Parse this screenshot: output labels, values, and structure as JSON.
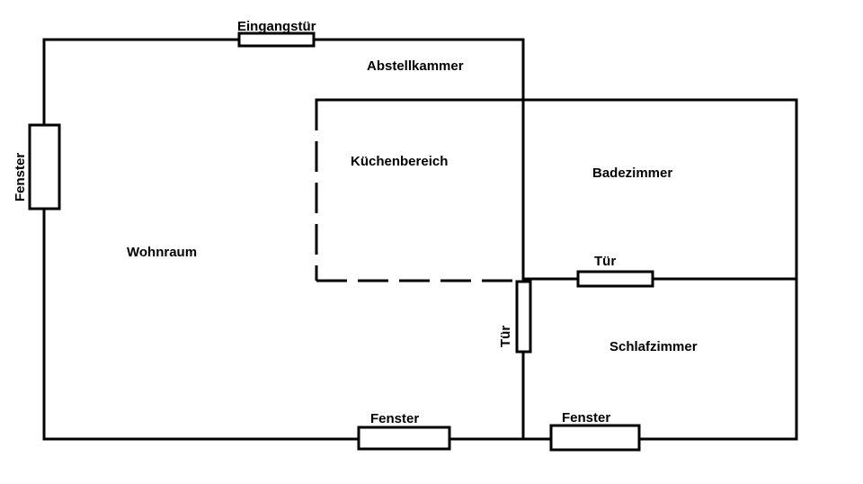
{
  "rooms": {
    "wohnraum": "Wohnraum",
    "abstellkammer": "Abstellkammer",
    "kuechenbereich": "Küchenbereich",
    "badezimmer": "Badezimmer",
    "schlafzimmer": "Schlafzimmer"
  },
  "openings": {
    "eingangstuer": "Eingangstür",
    "fenster_links": "Fenster",
    "fenster_unten_wohnraum": "Fenster",
    "fenster_unten_schlafzimmer": "Fenster",
    "tuer_badezimmer": "Tür",
    "tuer_schlafzimmer": "Tür"
  },
  "colors": {
    "lines": "#000000",
    "background": "#ffffff"
  }
}
